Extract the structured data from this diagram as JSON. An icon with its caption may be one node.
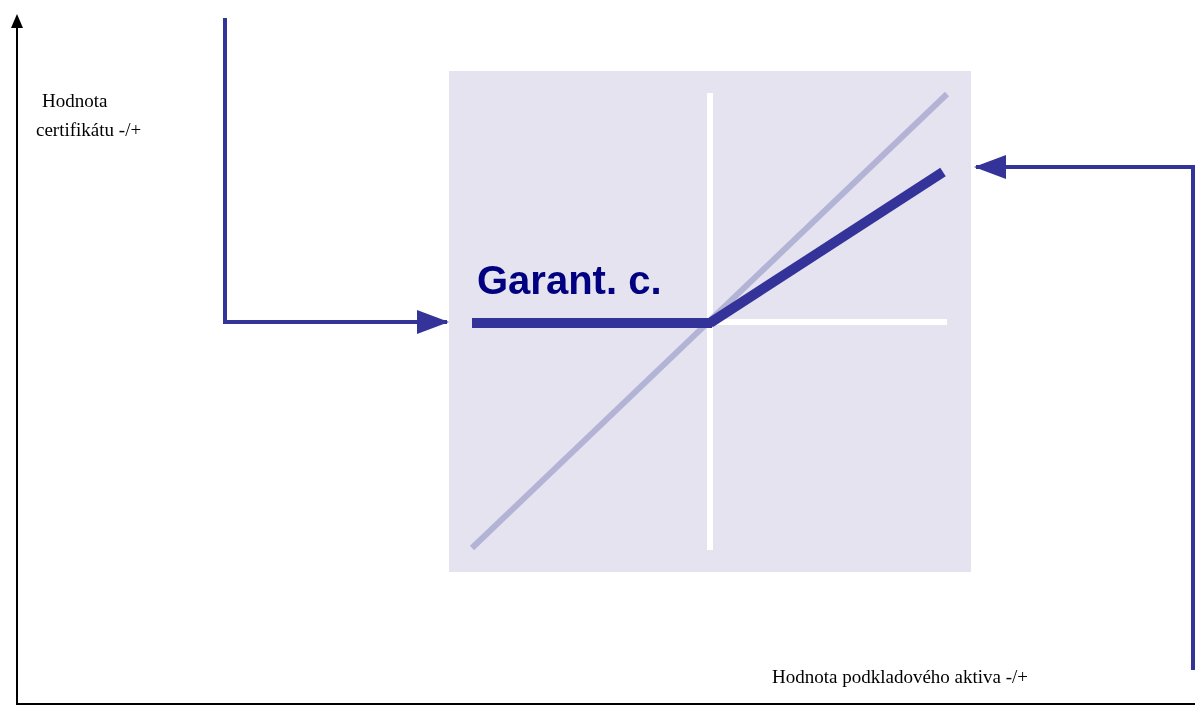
{
  "diagram": {
    "nodes": [
      {
        "text": [
          "Garant. c."
        ]
      },
      {
        "text": [],
        "shape": "line",
        "in": 0
      }
    ],
    "edges": [
      {
        "from": null,
        "to": 0,
        "arrow": "to"
      },
      {
        "from": null,
        "to": 1,
        "arrow": "to"
      }
    ],
    "labels": [
      "Hodnota certifikátu -/+",
      "Hodnota podkladového aktiva -/+"
    ]
  }
}
